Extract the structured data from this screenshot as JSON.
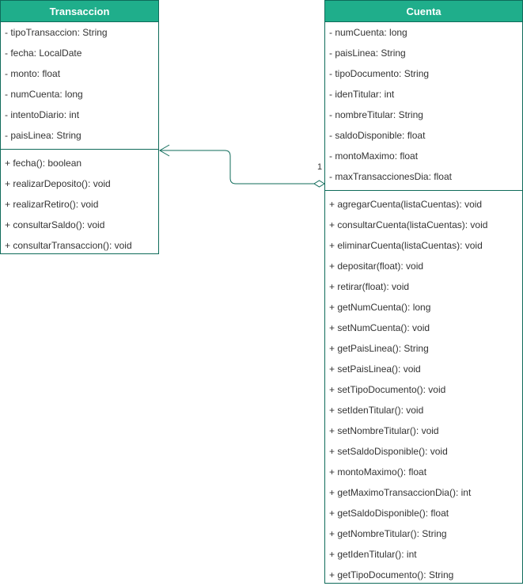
{
  "classes": {
    "transaccion": {
      "name": "Transaccion",
      "attributes": [
        "- tipoTransaccion: String",
        "- fecha: LocalDate",
        "- monto: float",
        "- numCuenta: long",
        "- intentoDiario: int",
        "- paisLinea: String"
      ],
      "methods": [
        "+ fecha(): boolean",
        "+ realizarDeposito(): void",
        "+ realizarRetiro(): void",
        "+ consultarSaldo(): void",
        "+ consultarTransaccion(): void"
      ]
    },
    "cuenta": {
      "name": "Cuenta",
      "attributes": [
        "- numCuenta: long",
        "- paisLinea: String",
        "- tipoDocumento: String",
        "- idenTitular: int",
        "- nombreTitular: String",
        "- saldoDisponible: float",
        "- montoMaximo: float",
        "- maxTransaccionesDia: float"
      ],
      "methods": [
        "+ agregarCuenta(listaCuentas): void",
        "+ consultarCuenta(listaCuentas): void",
        "+ eliminarCuenta(listaCuentas): void",
        "+ depositar(float): void",
        "+ retirar(float): void",
        "+ getNumCuenta(): long",
        "+ setNumCuenta(): void",
        "+ getPaisLinea(): String",
        "+ setPaisLinea(): void",
        "+ setTipoDocumento(): void",
        "+ setIdenTitular(): void",
        "+ setNombreTitular(): void",
        "+ setSaldoDisponible(): void",
        "+ montoMaximo(): float",
        "+ getMaximoTransaccionDia(): int",
        "+ getSaldoDisponible(): float",
        "+ getNombreTitular(): String",
        "+ getIdenTitular(): int",
        "+ getTipoDocumento(): String"
      ]
    }
  },
  "association": {
    "multiplicity": "1",
    "type": "aggregation"
  },
  "colors": {
    "header_fill": "#1fae8b",
    "border": "#0f6b5a",
    "text": "#333333"
  }
}
